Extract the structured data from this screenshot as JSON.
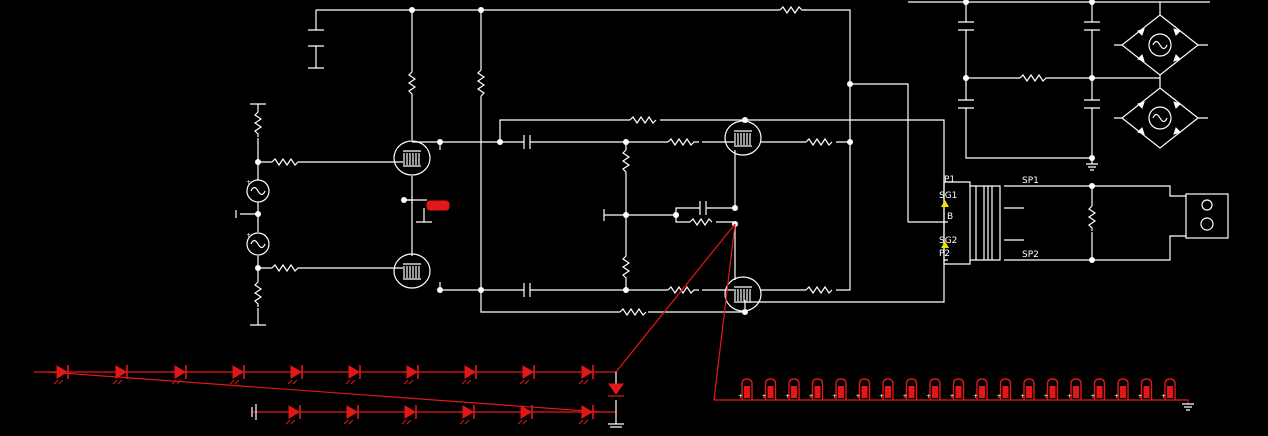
{
  "labels": {
    "p1": "P1",
    "sg1": "SG1",
    "b": "B",
    "sg2": "SG2",
    "p2": "P2",
    "sp1": "SP1",
    "sp2": "SP2"
  },
  "colors": {
    "background": "#000000",
    "wire": "#ffffff",
    "led": "#e21818",
    "marker": "#f4e000"
  },
  "icons": {
    "ac_source": "sine-source-icon",
    "tube": "vacuum-tube-icon",
    "speaker": "speaker-icon",
    "led": "led-icon",
    "probe": "probe-icon",
    "ground": "ground-icon"
  }
}
